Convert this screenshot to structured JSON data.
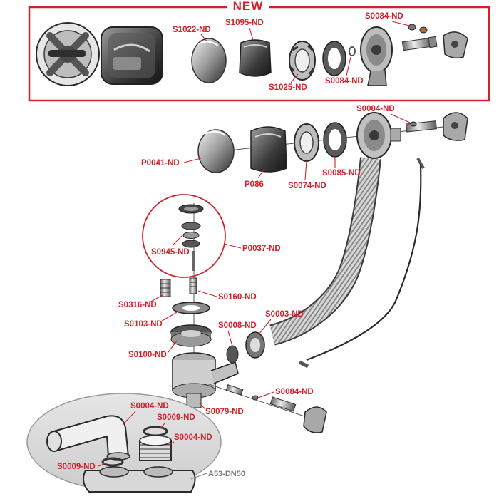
{
  "header": {
    "new_label": "NEW"
  },
  "colors": {
    "accent": "#d4202a",
    "part_dark": "#3a3a3a",
    "part_mid": "#8a8a8a",
    "part_light": "#cfcfcf"
  },
  "top_parts": {
    "s1022": "S1022-ND",
    "s1095": "S1095-ND",
    "s0084_top": "S0084-ND",
    "s1025": "S1025-ND",
    "s0084_mid": "S0084-ND"
  },
  "main_parts": {
    "s0084_right": "S0084-ND",
    "p0041": "P0041-ND",
    "p086": "P086",
    "s0074": "S0074-ND",
    "s0085": "S0085-ND",
    "s0945": "S0945-ND",
    "p0037": "P0037-ND",
    "s0316": "S0316-ND",
    "s0160": "S0160-ND",
    "s0103": "S0103-ND",
    "s0003": "S0003-ND",
    "s0008": "S0008-ND",
    "s0100": "S0100-ND",
    "s0084_low": "S0084-ND",
    "s0079": "S0079-ND"
  },
  "inset_parts": {
    "s0004_a": "S0004-ND",
    "s0009_a": "S0009-ND",
    "s0004_b": "S0004-ND",
    "s0009_b": "S0009-ND",
    "a53": "A53-DN50"
  }
}
